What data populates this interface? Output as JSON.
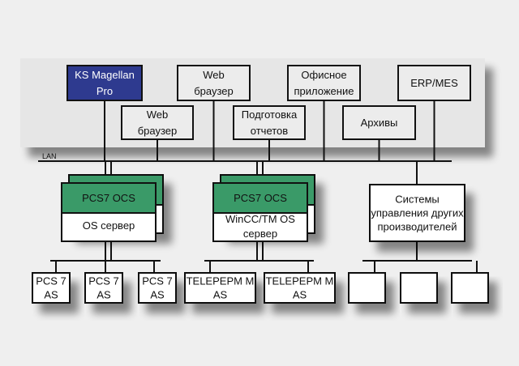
{
  "diagram": {
    "colors": {
      "background": "#efefef",
      "panel": "#e6e6e6",
      "magellan_fill": "#2e3a8f",
      "server_header": "#3a9a68",
      "box_fill": "#ffffff",
      "app_box_fill": "#ececec",
      "line": "#111111"
    },
    "network_label": "LAN",
    "clients_top_row": [
      {
        "id": "magellan",
        "lines": [
          "KS Magellan",
          "Pro"
        ],
        "style": "highlight"
      },
      {
        "id": "web-browser-1",
        "lines": [
          "Web",
          "браузер"
        ]
      },
      {
        "id": "office-app",
        "lines": [
          "Офисное",
          "приложение"
        ]
      },
      {
        "id": "erp-mes",
        "lines": [
          "ERP/MES"
        ]
      }
    ],
    "clients_second_row": [
      {
        "id": "web-browser-2",
        "lines": [
          "Web",
          "браузер"
        ]
      },
      {
        "id": "reports",
        "lines": [
          "Подготовка",
          "отчетов"
        ]
      },
      {
        "id": "archives",
        "lines": [
          "Архивы"
        ]
      }
    ],
    "servers": [
      {
        "id": "pcs7-os-server",
        "header": "PCS7 OCS",
        "body_lines": [
          "OS сервер"
        ],
        "redundant": true
      },
      {
        "id": "wincc-tm-server",
        "header": "PCS7 OCS",
        "body_lines": [
          "WinCC/TM OS",
          "сервер"
        ],
        "redundant": true
      },
      {
        "id": "other-systems",
        "header": null,
        "body_lines": [
          "Системы",
          "управления других",
          "производителей"
        ],
        "redundant": false
      }
    ],
    "field_devices": [
      {
        "group": 0,
        "lines": [
          "PCS 7",
          "AS"
        ]
      },
      {
        "group": 0,
        "lines": [
          "PCS 7",
          "AS"
        ]
      },
      {
        "group": 0,
        "lines": [
          "PCS 7",
          "AS"
        ]
      },
      {
        "group": 1,
        "lines": [
          "TELEPEPM M",
          "AS"
        ]
      },
      {
        "group": 1,
        "lines": [
          "TELEPEPM M",
          "AS"
        ]
      },
      {
        "group": 2,
        "lines": []
      },
      {
        "group": 2,
        "lines": []
      },
      {
        "group": 2,
        "lines": []
      }
    ]
  }
}
